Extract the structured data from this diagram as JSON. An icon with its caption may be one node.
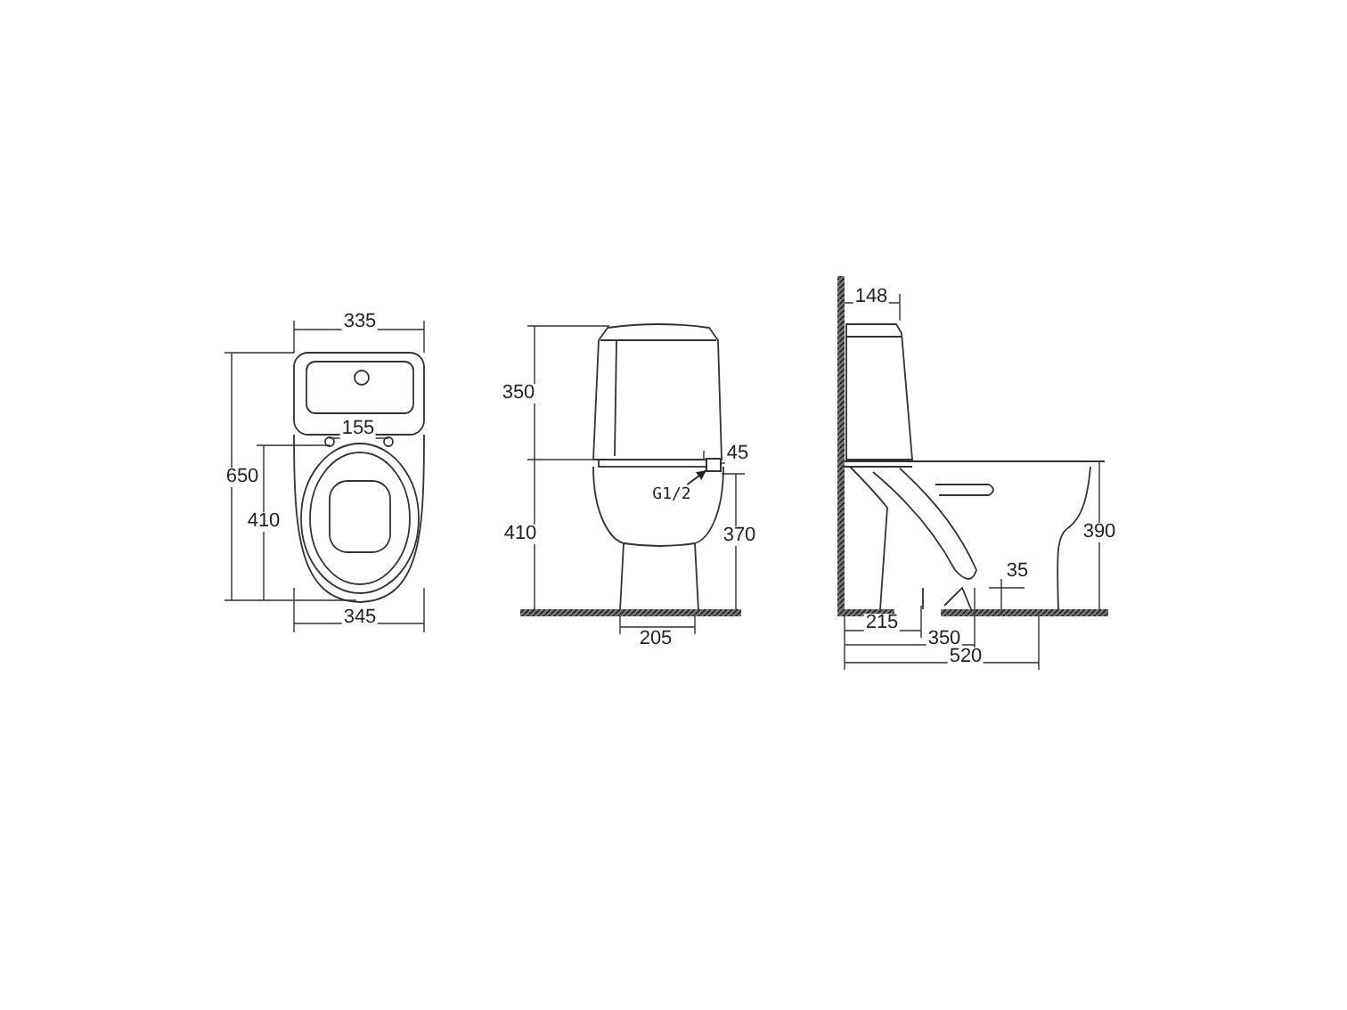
{
  "diagram": {
    "nodes": [
      {
        "text": [
          "G1/2"
        ]
      },
      {
        "text": [],
        "shape": "box"
      }
    ],
    "edges": [
      {
        "from": 0,
        "to": 1,
        "arrow": "to"
      }
    ],
    "labels": [
      "335",
      "155",
      "650",
      "410",
      "345",
      "350",
      "45",
      "410",
      "370",
      "205",
      "148",
      "390",
      "35",
      "215",
      "350",
      "520"
    ]
  }
}
